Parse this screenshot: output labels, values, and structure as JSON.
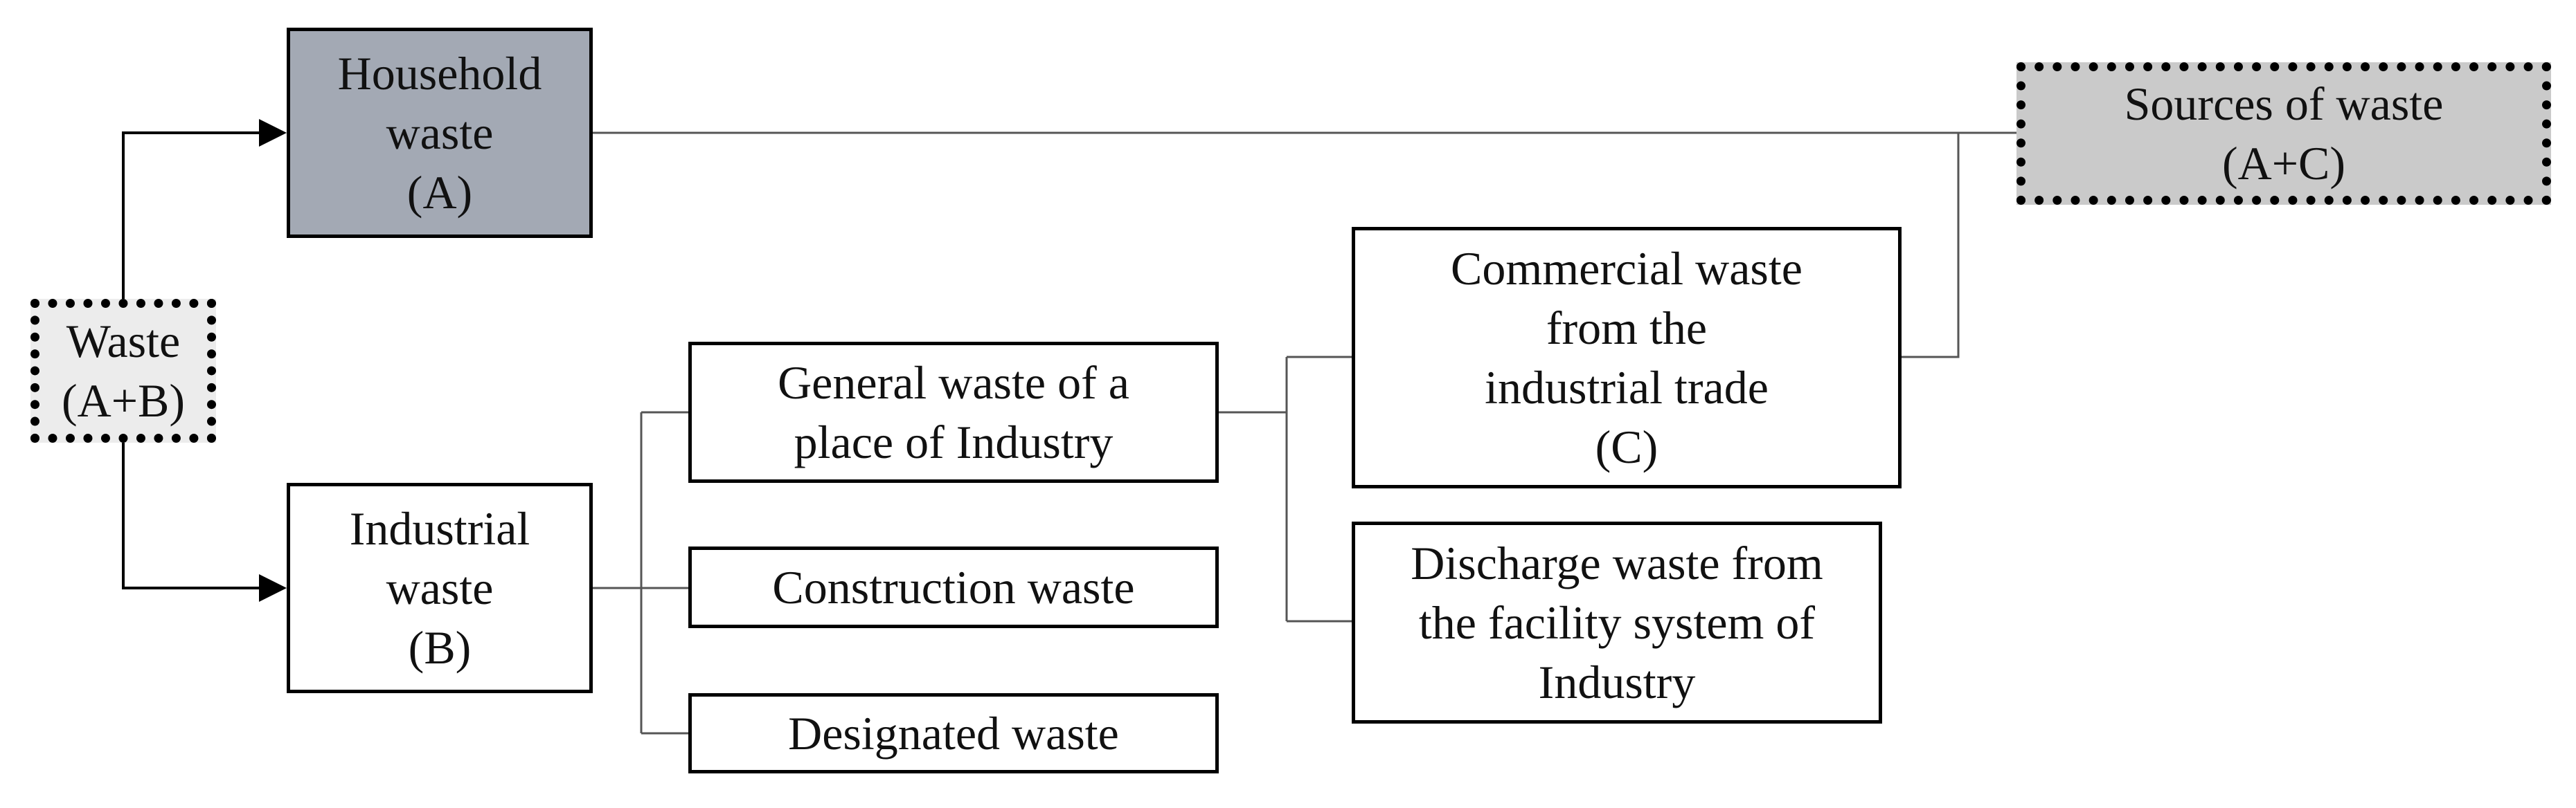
{
  "diagram": {
    "nodes": {
      "waste": {
        "text": "Waste\n(A+B)"
      },
      "household": {
        "text": "Household\nwaste\n(A)"
      },
      "industrial": {
        "text": "Industrial\nwaste\n(B)"
      },
      "general": {
        "text": "General waste of a\nplace of Industry"
      },
      "construction": {
        "text": "Construction waste"
      },
      "designated": {
        "text": "Designated waste"
      },
      "commercial": {
        "text": "Commercial waste\nfrom the\nindustrial trade\n(C)"
      },
      "discharge": {
        "text": "Discharge waste from\nthe facility system of\nIndustry"
      },
      "sources": {
        "text": "Sources of  waste\n(A+C)"
      }
    },
    "colors": {
      "household_fill": "#a3a9b4",
      "sources_fill": "#cacaca",
      "waste_fill": "#ececec",
      "line": "#000000",
      "connector": "#555555"
    }
  }
}
